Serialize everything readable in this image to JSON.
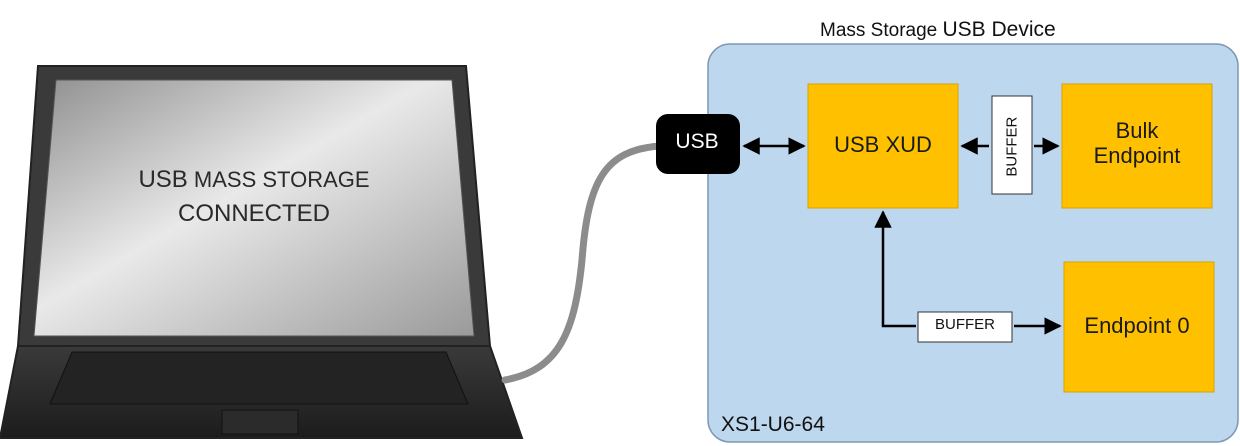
{
  "title": {
    "prefix": "Mass Storage ",
    "suffix": "USB Device"
  },
  "chip_label": "XS1-U6-64",
  "laptop_screen": {
    "line1_a": "USB",
    "line1_b": " MASS STORAGE",
    "line2": "CONNECTED"
  },
  "blocks": {
    "usb_port": "USB",
    "usb_xud": "USB XUD",
    "bulk_endpoint_line1": "Bulk",
    "bulk_endpoint_line2": "Endpoint",
    "endpoint0": "Endpoint 0",
    "buffer_vertical": "BUFFER",
    "buffer_horizontal": "BUFFER"
  },
  "colors": {
    "device_bg": "#bdd7ee",
    "block_fill": "#ffc000",
    "block_stroke": "#d9a300",
    "usb_port_fill": "#000000",
    "laptop_body": "#4a4a4a",
    "cable": "#8c8c8c"
  }
}
